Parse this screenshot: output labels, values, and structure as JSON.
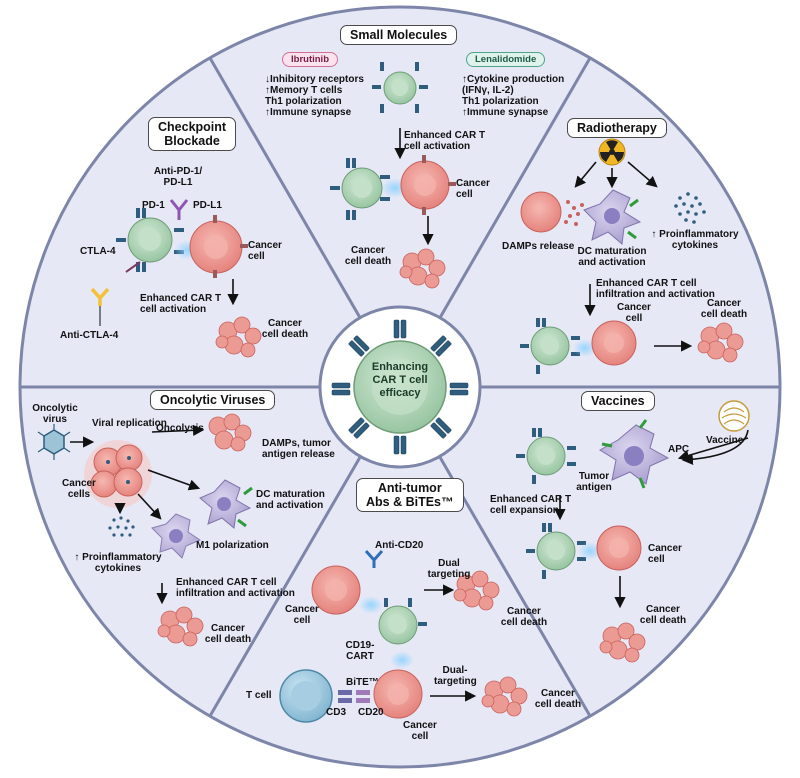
{
  "center": {
    "line1": "Enhancing",
    "line2": "CAR T cell",
    "line3": "efficacy"
  },
  "small_molecules": {
    "title": "Small Molecules",
    "drug1": "Ibrutinib",
    "drug1_effects": [
      "↓Inhibitory receptors",
      "↑Memory T cells",
      "Th1 polarization",
      "↑Immune synapse"
    ],
    "drug2": "Lenalidomide",
    "drug2_effects": [
      "↑Cytokine production",
      "(IFNγ, IL-2)",
      "Th1 polarization",
      "↑Immune synapse"
    ],
    "activation": [
      "Enhanced CAR T",
      "cell activation"
    ],
    "cancer_cell": [
      "Cancer",
      "cell"
    ],
    "death": [
      "Cancer",
      "cell death"
    ]
  },
  "checkpoint": {
    "title": [
      "Checkpoint",
      "Blockade"
    ],
    "anti_pd1": [
      "Anti-PD-1/",
      "PD-L1"
    ],
    "pd1": "PD-1",
    "pdl1": "PD-L1",
    "ctla4": "CTLA-4",
    "cancer_cell": [
      "Cancer",
      "cell"
    ],
    "activation": [
      "Enhanced CAR T",
      "cell activation"
    ],
    "death": [
      "Cancer",
      "cell death"
    ],
    "anti_ctla4": "Anti-CTLA-4"
  },
  "radiotherapy": {
    "title": "Radiotherapy",
    "damps": "DAMPs release",
    "dc": [
      "DC maturation",
      "and activation"
    ],
    "proinflam": [
      "↑ Proinflammatory",
      "cytokines"
    ],
    "enhanced": [
      "Enhanced CAR T cell",
      "infiltration and activation"
    ],
    "cancer_cell": [
      "Cancer",
      "cell"
    ],
    "death": [
      "Cancer",
      "cell death"
    ]
  },
  "oncolytic": {
    "title": "Oncolytic Viruses",
    "virus": [
      "Oncolytic",
      "virus"
    ],
    "replication": "Viral replication",
    "oncolysis": "Oncolysis",
    "damps": [
      "DAMPs, tumor",
      "antigen release"
    ],
    "cancer_cells": [
      "Cancer",
      "cells"
    ],
    "dc": [
      "DC maturation",
      "and activation"
    ],
    "m1": "M1 polarization",
    "proinflam": [
      "↑ Proinflammatory",
      "cytokines"
    ],
    "enhanced": [
      "Enhanced CAR T cell",
      "infiltration and activation"
    ],
    "death": [
      "Cancer",
      "cell death"
    ]
  },
  "vaccines": {
    "title": "Vaccines",
    "vaccine": "Vaccine",
    "apc": "APC",
    "tumor_antigen": [
      "Tumor",
      "antigen"
    ],
    "expansion": [
      "Enhanced CAR T",
      "cell expansion"
    ],
    "cancer_cell": [
      "Cancer",
      "cell"
    ],
    "death": [
      "Cancer",
      "cell death"
    ]
  },
  "antitumor": {
    "title": [
      "Anti-tumor",
      "Abs & BiTEs™"
    ],
    "anti_cd20": "Anti-CD20",
    "dual": [
      "Dual",
      "targeting"
    ],
    "cancer_cell": [
      "Cancer",
      "cell"
    ],
    "death1": [
      "Cancer",
      "cell death"
    ],
    "cd19": [
      "CD19-",
      "CART"
    ],
    "tcell": "T cell",
    "bite": "BiTE™",
    "cd3": "CD3",
    "cd20": "CD20",
    "dual2": [
      "Dual-",
      "targeting"
    ],
    "cancer_cell2": [
      "Cancer",
      "cell"
    ],
    "death2": [
      "Cancer",
      "cell death"
    ]
  },
  "colors": {
    "panel_fill": "#e6e8f6",
    "outline": "#7d86a8",
    "tcell": "#a9cfb1",
    "cancer": "#ea8c87",
    "receptor": "#2f5d7e",
    "dc": "#b6acd6",
    "apc": "#b4aada"
  }
}
